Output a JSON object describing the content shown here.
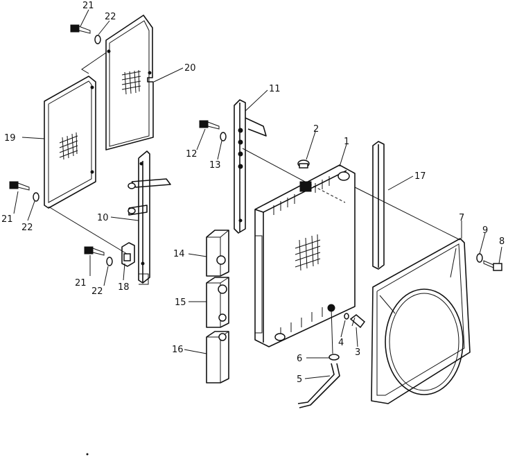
{
  "callouts": {
    "c1": "1",
    "c2": "2",
    "c3": "3",
    "c4": "4",
    "c5": "5",
    "c6": "6",
    "c7": "7",
    "c8": "8",
    "c9": "9",
    "c10": "10",
    "c11": "11",
    "c12": "12",
    "c13": "13",
    "c14": "14",
    "c15": "15",
    "c16": "16",
    "c17": "17",
    "c18": "18",
    "c19": "19",
    "c20": "20",
    "c21a": "21",
    "c22a": "22",
    "c21b": "21",
    "c22b": "22",
    "c21c": "21",
    "c22c": "22"
  }
}
